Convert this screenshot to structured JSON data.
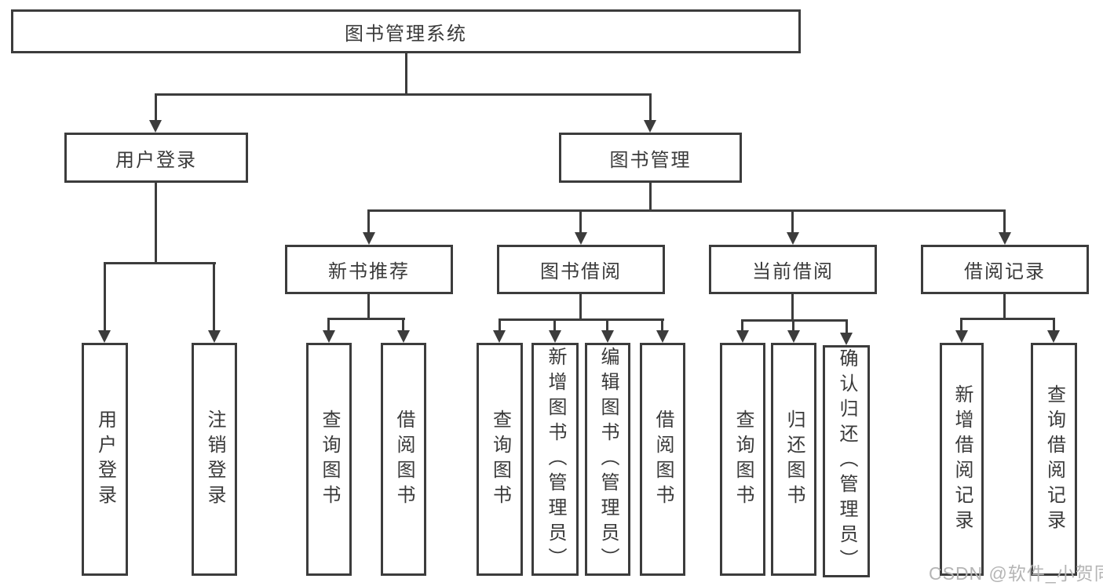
{
  "diagram": {
    "type": "hierarchy-tree",
    "root": {
      "label": "图书管理系统",
      "children": [
        {
          "label": "用户登录",
          "children": [
            {
              "label": "用户登录"
            },
            {
              "label": "注销登录"
            }
          ]
        },
        {
          "label": "图书管理",
          "children": [
            {
              "label": "新书推荐",
              "children": [
                {
                  "label": "查询图书"
                },
                {
                  "label": "借阅图书"
                }
              ]
            },
            {
              "label": "图书借阅",
              "children": [
                {
                  "label": "查询图书"
                },
                {
                  "label": "新增图书（管理员）"
                },
                {
                  "label": "编辑图书（管理员）"
                },
                {
                  "label": "借阅图书"
                }
              ]
            },
            {
              "label": "当前借阅",
              "children": [
                {
                  "label": "查询图书"
                },
                {
                  "label": "归还图书"
                },
                {
                  "label": "确认归还（管理员）"
                }
              ]
            },
            {
              "label": "借阅记录",
              "children": [
                {
                  "label": "新增借阅记录"
                },
                {
                  "label": "查询借阅记录"
                }
              ]
            }
          ]
        }
      ]
    },
    "colors": {
      "line": "#3c3c3c",
      "text": "#3a3a3a",
      "background": "#ffffff",
      "watermark": "#b5b5b5"
    }
  },
  "watermark": "CSDN @软件_小贺同学"
}
